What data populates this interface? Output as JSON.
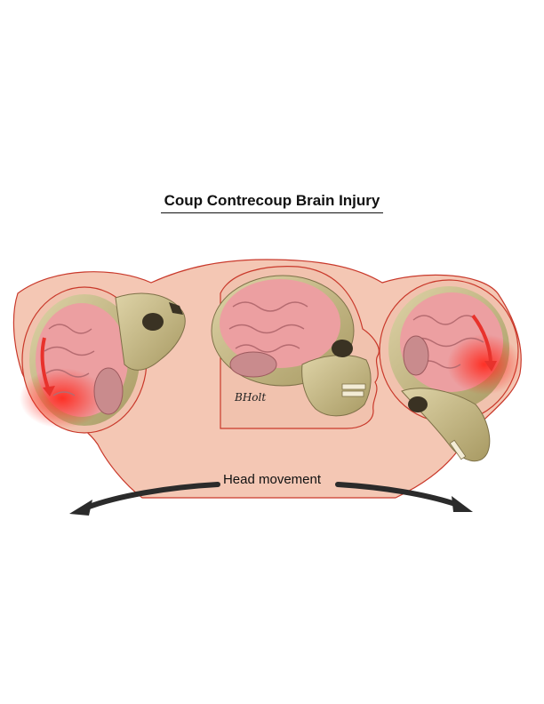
{
  "title": "Coup Contrecoup Brain Injury",
  "signature": "BHolt",
  "movement_label": "Head movement",
  "colors": {
    "skin": "#f4c7b4",
    "skin_outline": "#c9392b",
    "bone": "#cbbd8a",
    "brain": "#e9a3a6",
    "brain_fold": "#b56b70",
    "injury": "#e8322c",
    "arrow": "#2b2b2b"
  },
  "panels": [
    {
      "id": "left",
      "state": "contrecoup"
    },
    {
      "id": "center",
      "state": "neutral"
    },
    {
      "id": "right",
      "state": "coup"
    }
  ]
}
